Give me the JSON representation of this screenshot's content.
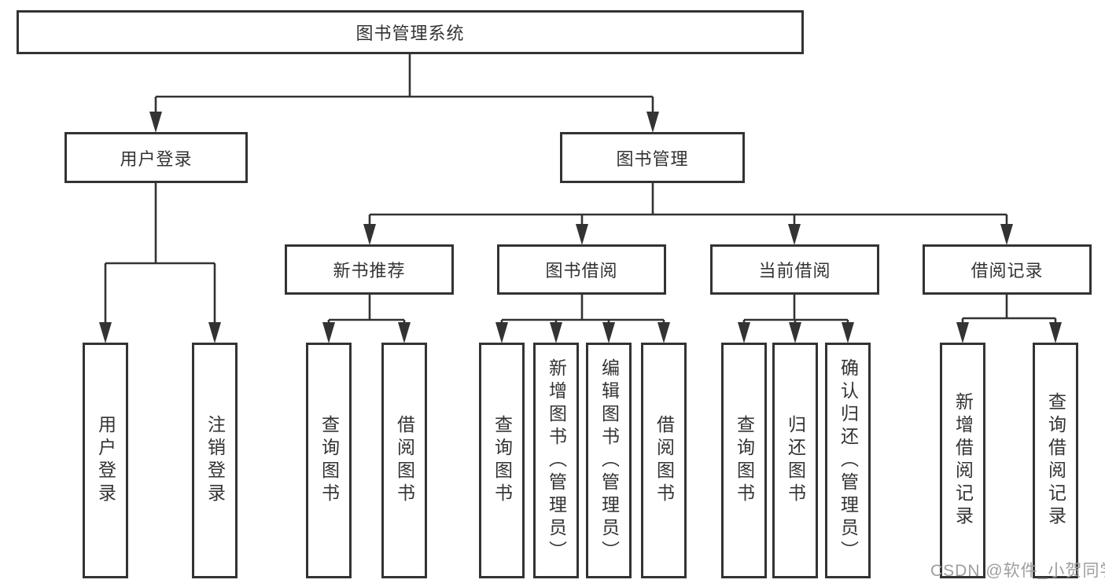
{
  "root": {
    "label": "图书管理系统"
  },
  "branches": [
    {
      "label": "用户登录"
    },
    {
      "label": "图书管理"
    }
  ],
  "login_children": [
    {
      "label": "用户登录"
    },
    {
      "label": "注销登录"
    }
  ],
  "modules": [
    {
      "label": "新书推荐",
      "children": [
        "查询图书",
        "借阅图书"
      ]
    },
    {
      "label": "图书借阅",
      "children": [
        "查询图书",
        "新增图书（管理员）",
        "编辑图书（管理员）",
        "借阅图书"
      ]
    },
    {
      "label": "当前借阅",
      "children": [
        "查询图书",
        "归还图书",
        "确认归还（管理员）"
      ]
    },
    {
      "label": "借阅记录",
      "children": [
        "新增借阅记录",
        "查询借阅记录"
      ]
    }
  ],
  "watermark": {
    "text": "CSDN @软件_小贺同学"
  },
  "colors": {
    "line": "#333333",
    "text": "#333333",
    "background": "#ffffff",
    "watermark": "#9e9e9e"
  }
}
